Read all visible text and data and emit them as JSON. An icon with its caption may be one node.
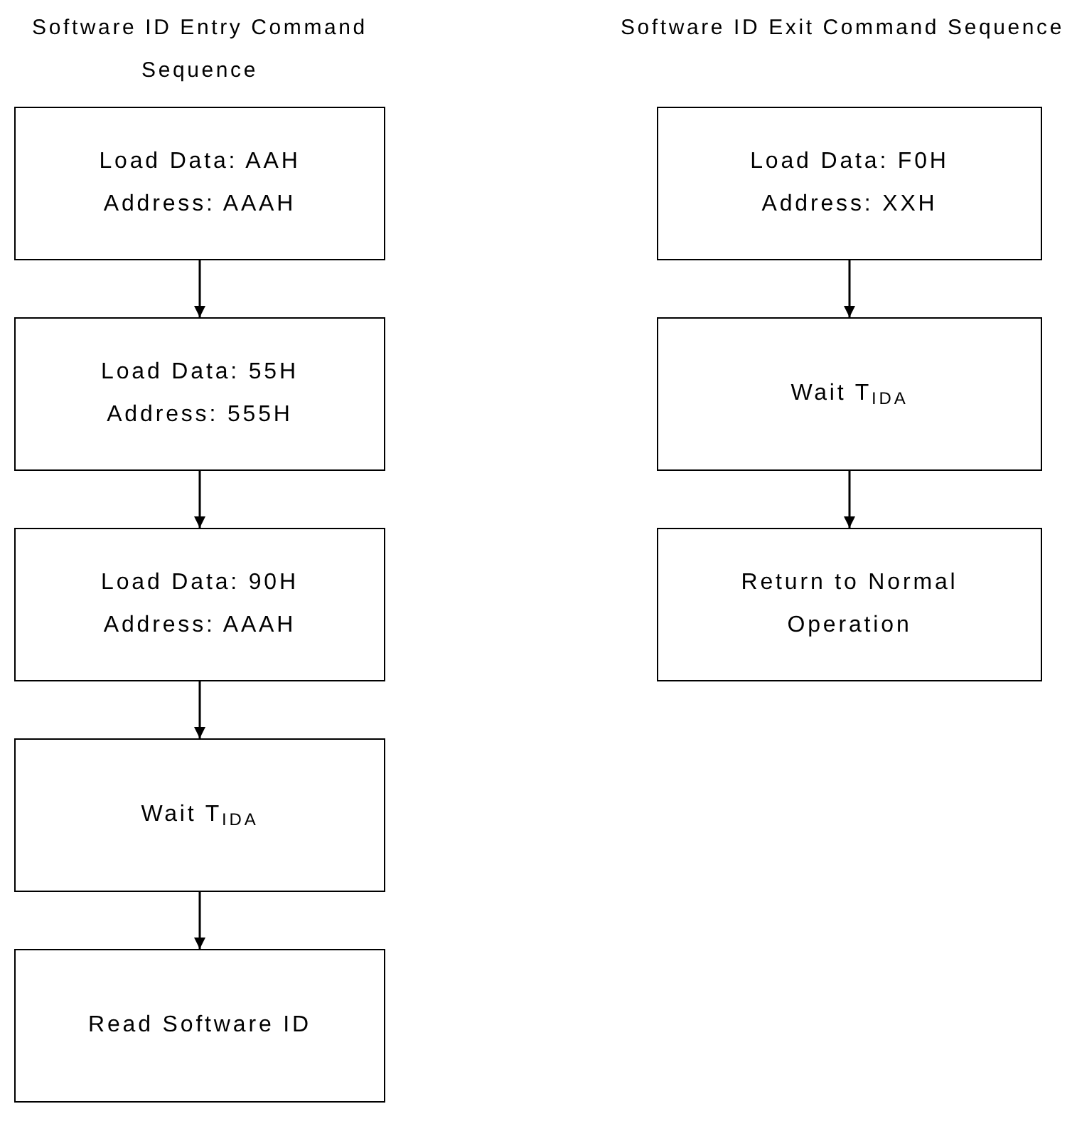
{
  "diagram": {
    "nodes": [
      {
        "text": [
          "Load Data: AAH",
          "Address: AAAH"
        ]
      },
      {
        "text": [
          "Load Data: 55H",
          "Address: 555H"
        ]
      },
      {
        "text": [
          "Load Data: 90H",
          "Address: AAAH"
        ]
      },
      {
        "text": [
          "Wait T$_{IDA}$"
        ]
      },
      {
        "text": [
          "Read Software ID"
        ]
      },
      {
        "text": [
          "Load Data: F0H",
          "Address: XXH"
        ]
      },
      {
        "text": [
          "Wait T$_{IDA}$"
        ]
      },
      {
        "text": [
          "Return to Normal Operation"
        ]
      }
    ],
    "edges": [
      {
        "from": 0,
        "to": 1,
        "arrow": "to"
      },
      {
        "from": 1,
        "to": 2,
        "arrow": "to"
      },
      {
        "from": 2,
        "to": 3,
        "arrow": "to"
      },
      {
        "from": 3,
        "to": 4,
        "arrow": "to"
      },
      {
        "from": 5,
        "to": 6,
        "arrow": "to"
      },
      {
        "from": 6,
        "to": 7,
        "arrow": "to"
      }
    ],
    "labels": [
      "Software ID Entry Command Sequence",
      "Software ID Exit Command Sequence"
    ]
  }
}
